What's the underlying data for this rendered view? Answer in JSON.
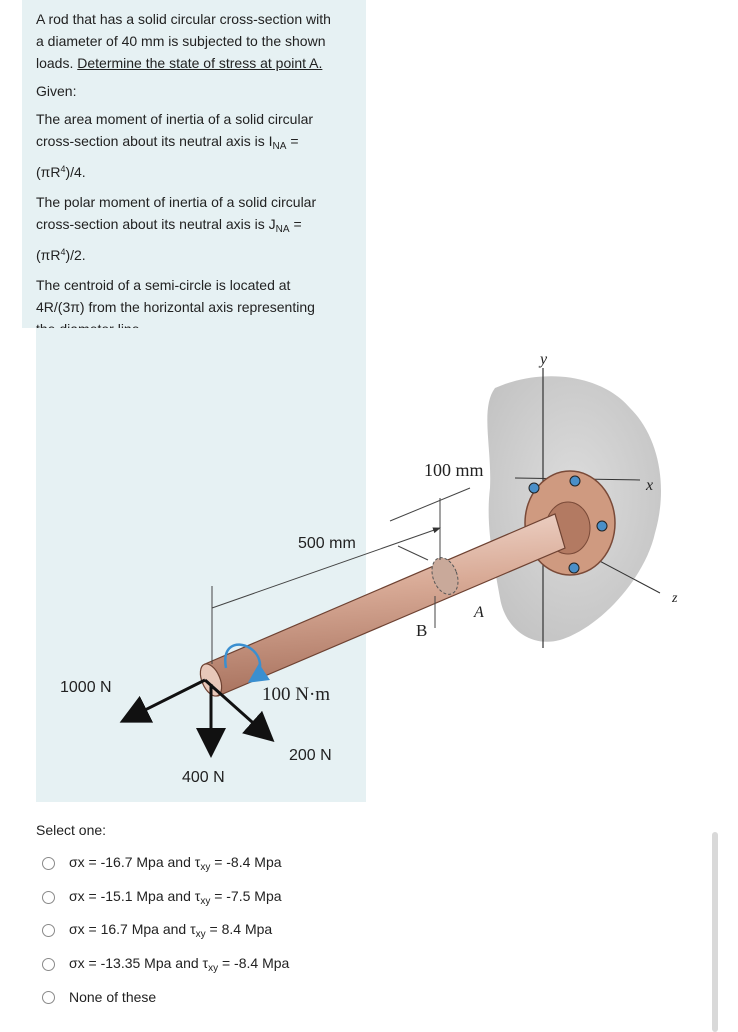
{
  "question": {
    "intro_1": "A rod that has a solid circular cross-section with",
    "intro_2": "a diameter of 40 mm is subjected to the shown",
    "intro_3a": "loads. ",
    "intro_3b": "Determine the state of stress at point A.",
    "given": "Given:",
    "inertia_1": "The area moment of inertia of a solid circular",
    "inertia_2a": "cross-section about its neutral axis is I",
    "inertia_2sub": "NA",
    "inertia_2b": " =",
    "inertia_3a": "(πR",
    "inertia_3sup": "4",
    "inertia_3b": ")/4.",
    "polar_1": "The polar moment of inertia of a solid circular",
    "polar_2a": "cross-section about its neutral axis is J",
    "polar_2sub": "NA",
    "polar_2b": " =",
    "polar_3a": "(πR",
    "polar_3sup": "4",
    "polar_3b": ")/2.",
    "centroid_1": "The centroid of a semi-circle is located at",
    "centroid_2": "4R/(3π) from the horizontal axis representing",
    "centroid_3": "the diameter line."
  },
  "figure": {
    "label_y": "y",
    "label_x": "x",
    "label_z": "z",
    "dim_100": "100 mm",
    "dim_500": "500 mm",
    "label_B": "B",
    "label_A": "A",
    "force_1000": "1000 N",
    "torque_100": "100 N·m",
    "force_200": "200 N",
    "force_400": "400 N"
  },
  "answers": {
    "select_label": "Select one:",
    "options": [
      {
        "a": "σx = -16.7 Mpa and τ",
        "sub": "xy",
        "b": " = -8.4 Mpa"
      },
      {
        "a": "σx = -15.1 Mpa and τ",
        "sub": "xy",
        "b": " = -7.5 Mpa"
      },
      {
        "a": "σx = 16.7 Mpa and τ",
        "sub": "xy",
        "b": " = 8.4 Mpa"
      },
      {
        "a": "σx = -13.35 Mpa and τ",
        "sub": "xy",
        "b": " = -8.4 Mpa"
      },
      {
        "a": "None of these"
      }
    ]
  },
  "colors": {
    "panel": "#e6f1f3",
    "rod": "#d5a896",
    "flange": "#cf9a80",
    "wall": "#cfcfcf"
  }
}
